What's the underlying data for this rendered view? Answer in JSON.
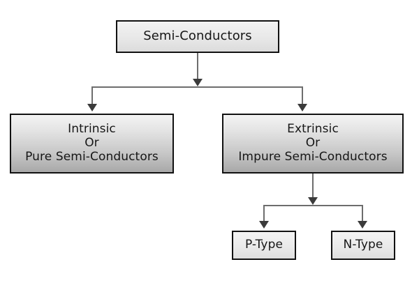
{
  "diagram": {
    "title_node": {
      "id": "semi-conductors",
      "lines": [
        "Semi-Conductors"
      ]
    },
    "tier2": [
      {
        "id": "intrinsic",
        "lines": [
          "Intrinsic",
          "Or",
          "Pure Semi-Conductors"
        ]
      },
      {
        "id": "extrinsic",
        "lines": [
          "Extrinsic",
          "Or",
          "Impure Semi-Conductors"
        ]
      }
    ],
    "tier3": [
      {
        "id": "p-type",
        "lines": [
          "P-Type"
        ]
      },
      {
        "id": "n-type",
        "lines": [
          "N-Type"
        ]
      }
    ],
    "colors": {
      "background": "#ffffff",
      "box_border": "#111111",
      "connector": "#6d6d6d",
      "arrowhead": "#3b3b3b",
      "text": "#161616",
      "tier2_gradient_top": "#f4f4f4",
      "tier2_gradient_bottom": "#a8a8a8"
    }
  }
}
